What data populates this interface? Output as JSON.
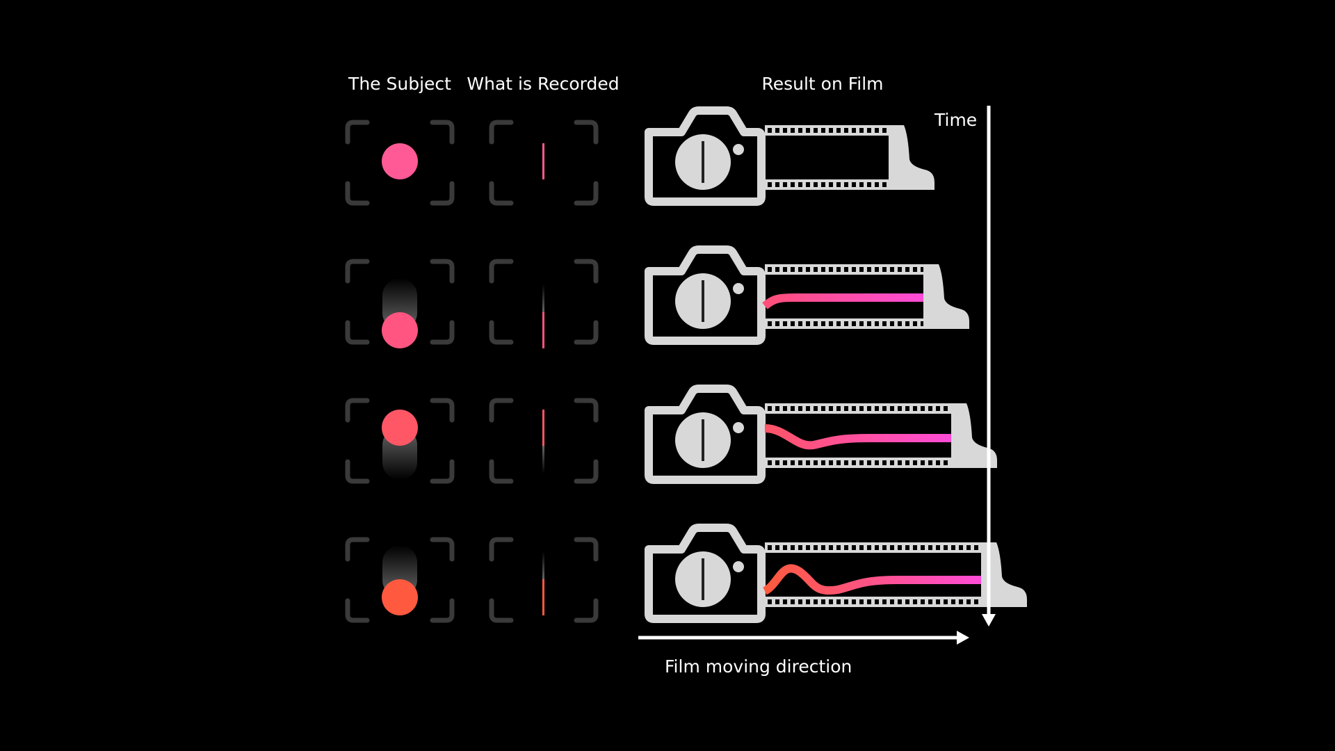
{
  "headers": {
    "subject": "The Subject",
    "recorded": "What is Recorded",
    "result": "Result on Film"
  },
  "axes": {
    "time_label": "Time",
    "film_direction_label": "Film moving direction"
  },
  "colors": {
    "background": "#000000",
    "bracket": "#3a3a3a",
    "icon": "#d8d8d8",
    "arrow": "#ffffff",
    "frames": [
      {
        "dot": "#ff5a95",
        "trace_start": "#ff4f8c",
        "trace_end": "#ff4cd8"
      },
      {
        "dot": "#ff5580",
        "trace_start": "#ff4f78",
        "trace_end": "#ff4cd8"
      },
      {
        "dot": "#ff5766",
        "trace_start": "#ff5466",
        "trace_end": "#ff4cd8"
      },
      {
        "dot": "#ff5a40",
        "trace_start": "#ff5a3c",
        "trace_end": "#ff4cd8"
      }
    ]
  },
  "frames": [
    {
      "step": 1,
      "subject_motion": "still",
      "film_advance": 0.0
    },
    {
      "step": 2,
      "subject_motion": "moving-down",
      "film_advance": 0.33
    },
    {
      "step": 3,
      "subject_motion": "moving-up",
      "film_advance": 0.66
    },
    {
      "step": 4,
      "subject_motion": "moving-down",
      "film_advance": 1.0
    }
  ],
  "icons": [
    "viewfinder-bracket-icon",
    "camera-icon",
    "film-strip-icon",
    "arrow-down-icon",
    "arrow-right-icon"
  ]
}
